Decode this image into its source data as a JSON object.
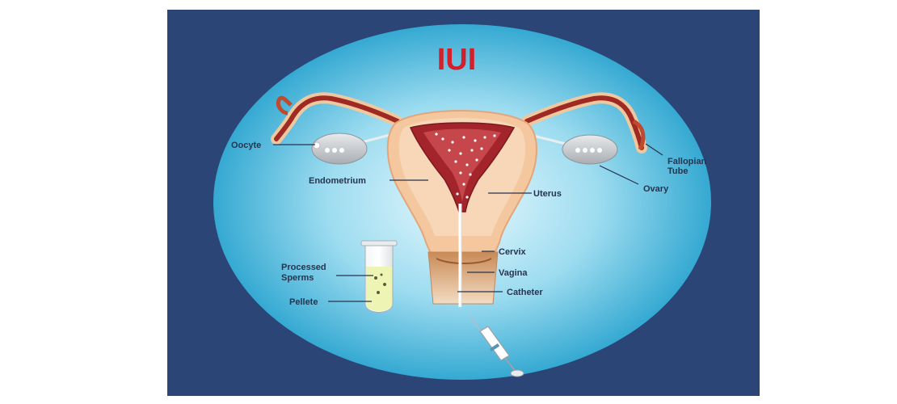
{
  "title": "IUI",
  "labels": {
    "oocyte": "Oocyte",
    "endometrium": "Endometrium",
    "uterus": "Uterus",
    "fallopian_tube_line1": "Fallopian",
    "fallopian_tube_line2": "Tube",
    "ovary": "Ovary",
    "cervix": "Cervix",
    "vagina": "Vagina",
    "catheter": "Catheter",
    "processed_sperms_line1": "Processed",
    "processed_sperms_line2": "Sperms",
    "pellete": "Pellete"
  },
  "colors": {
    "panel_background": "#2b4576",
    "ellipse_center": "#dcf4fb",
    "ellipse_edge": "#3fb2d6",
    "title": "#d3202a",
    "uterus_outer": "#f4c79e",
    "uterine_cavity": "#a3242a",
    "tube": "#9e2a22",
    "ovary": "#c9ccd0",
    "label_text": "#27344f"
  }
}
